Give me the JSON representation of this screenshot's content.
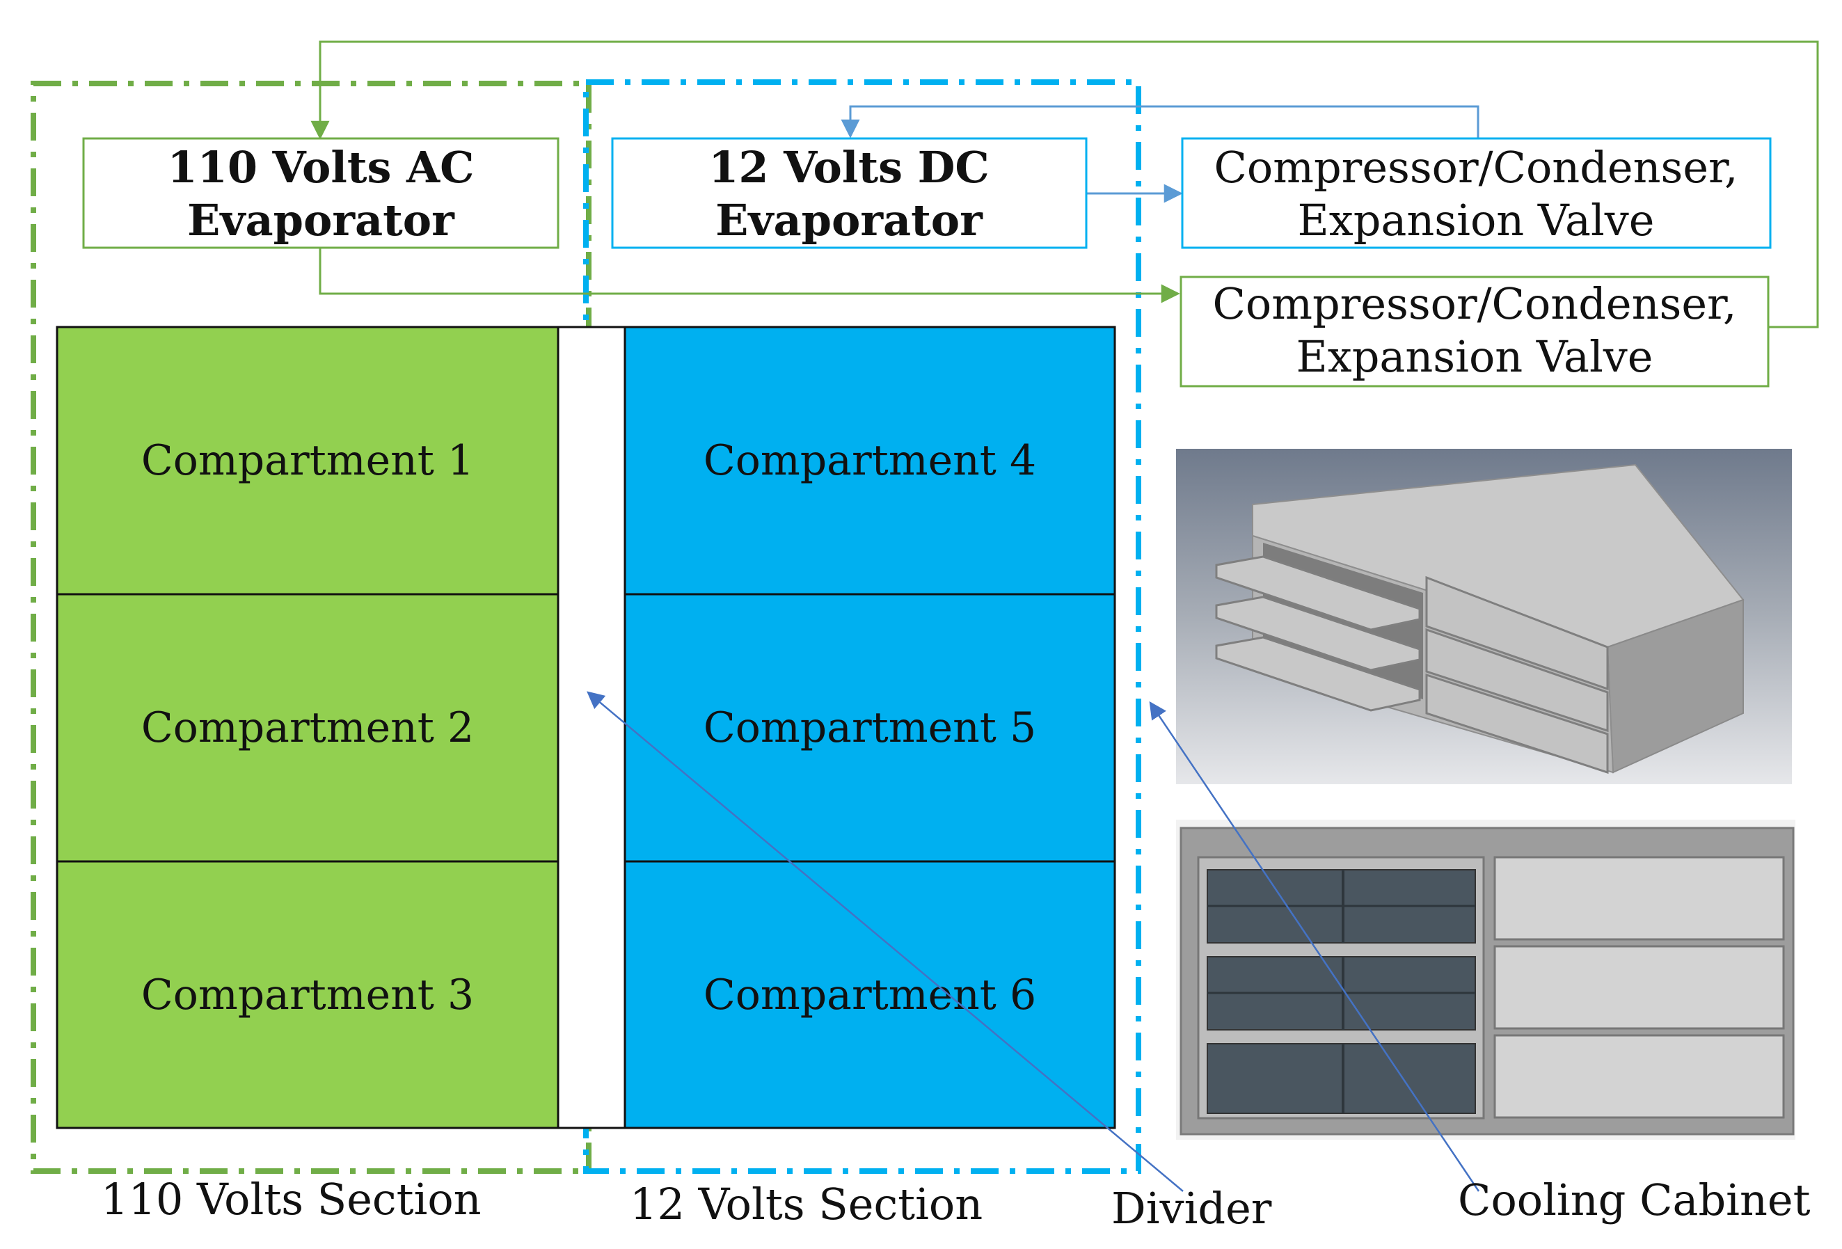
{
  "evaporators": {
    "ac": {
      "line1": "110 Volts AC",
      "line2": "Evaporator"
    },
    "dc": {
      "line1": "12 Volts DC",
      "line2": "Evaporator"
    }
  },
  "compressors": {
    "dc": {
      "line1": "Compressor/Condenser,",
      "line2": "Expansion Valve"
    },
    "ac": {
      "line1": "Compressor/Condenser,",
      "line2": "Expansion Valve"
    }
  },
  "compartments": [
    {
      "label": "Compartment 1"
    },
    {
      "label": "Compartment 2"
    },
    {
      "label": "Compartment 3"
    },
    {
      "label": "Compartment 4"
    },
    {
      "label": "Compartment 5"
    },
    {
      "label": "Compartment 6"
    }
  ],
  "sections": {
    "ac": "110 Volts Section",
    "dc": "12 Volts Section"
  },
  "callouts": {
    "divider": "Divider",
    "cabinet": "Cooling Cabinet"
  },
  "colors": {
    "green_section": "#92d050",
    "blue_section": "#00b0f0",
    "green_line": "#70ad47",
    "blue_line": "#5b9bd5",
    "leader_line": "#4472c4"
  }
}
